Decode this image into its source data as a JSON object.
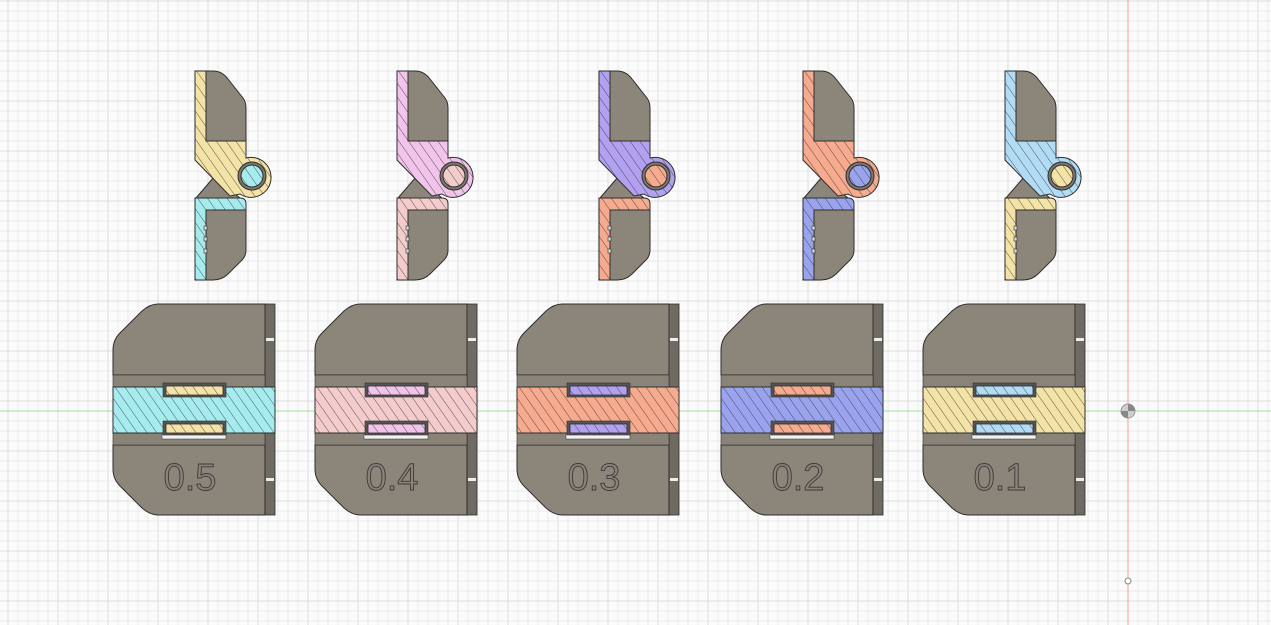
{
  "viewport": {
    "background": "#fbfbfb",
    "grid_minor_color": "#ebebeb",
    "grid_major_color": "#dcdcdc",
    "x_axis_color": "#9fe39f",
    "y_axis_color": "#f0a090",
    "body_color": "#8c857a"
  },
  "parts": [
    {
      "label": "0.5",
      "top_color": "#f3e3a6",
      "bottom_color": "#a6ecee",
      "bar_color": "#a6ecee",
      "slot_color": "#f3e3a6"
    },
    {
      "label": "0.4",
      "top_color": "#f2c4ec",
      "bottom_color": "#f4cccc",
      "bar_color": "#f4cccc",
      "slot_color": "#f2c4ec"
    },
    {
      "label": "0.3",
      "top_color": "#b2a0f0",
      "bottom_color": "#f6aa8e",
      "bar_color": "#f6aa8e",
      "slot_color": "#b2a0f0"
    },
    {
      "label": "0.2",
      "top_color": "#f6aa8e",
      "bottom_color": "#9aa4ee",
      "bar_color": "#9aa4ee",
      "slot_color": "#f6aa8e"
    },
    {
      "label": "0.1",
      "top_color": "#b2dcf6",
      "bottom_color": "#f3e3a6",
      "bar_color": "#f3e3a6",
      "slot_color": "#b2dcf6"
    }
  ]
}
